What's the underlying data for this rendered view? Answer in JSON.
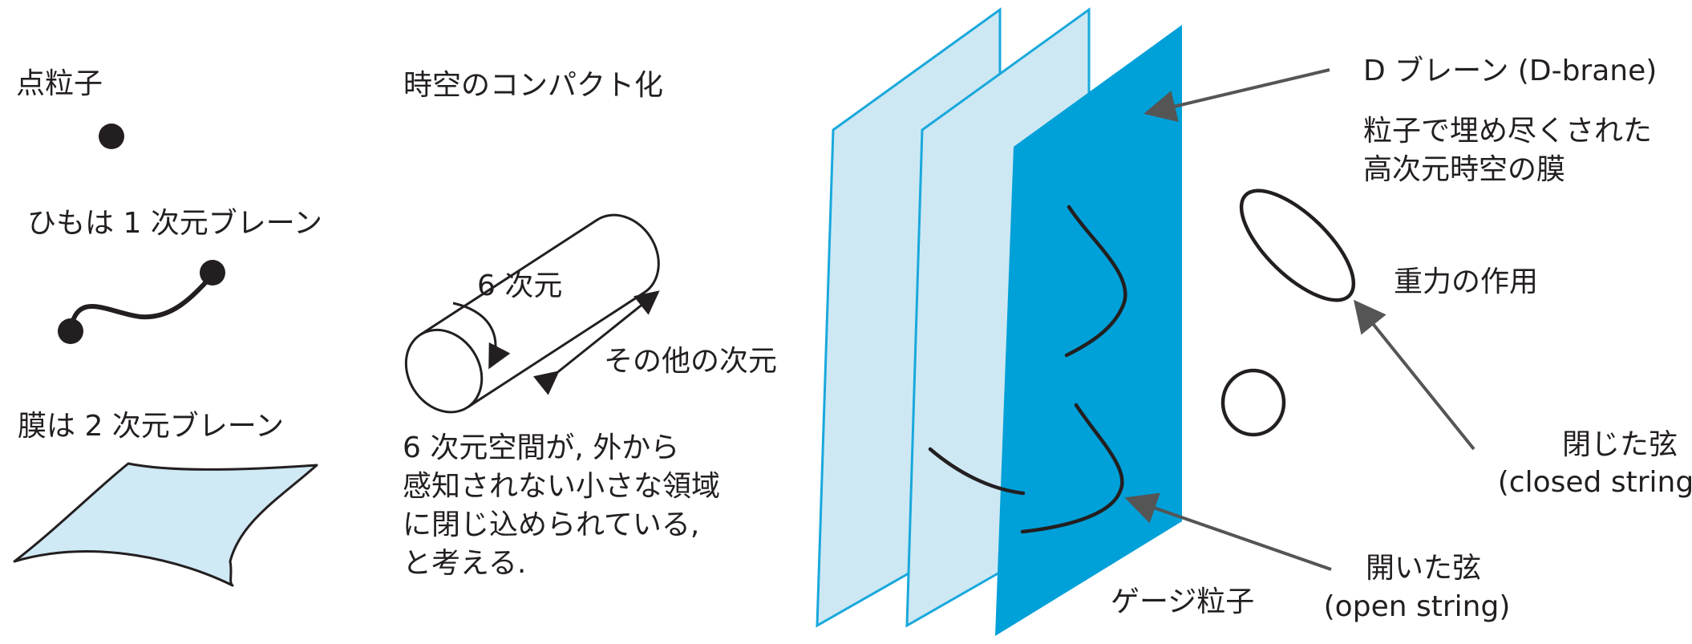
{
  "labels": {
    "point_particle": "点粒子",
    "string_brane": "ひもは 1 次元ブレーン",
    "membrane_brane": "膜は 2 次元ブレーン",
    "compactification_title": "時空のコンパクト化",
    "six_dimensions": "6 次元",
    "other_dimensions": "その他の次元",
    "compact_note": [
      "6 次元空間が, 外から",
      "感知されない小さな領域",
      "に閉じ込められている,",
      "と考える."
    ],
    "dbrane": "D ブレーン (D-brane)",
    "dbrane_desc": [
      "粒子で埋め尽くされた",
      "高次元時空の膜"
    ],
    "gravity": "重力の作用",
    "closed_string": [
      "閉じた弦",
      "(closed string)"
    ],
    "open_string": [
      "開いた弦",
      "(open string)"
    ],
    "gauge_particle": "ゲージ粒子"
  },
  "colors": {
    "ink": "#231f20",
    "brane_light": "#cde8f3",
    "brane_edge": "#19a8dc",
    "brane_dark": "#00a0d8",
    "membrane_fill": "#cfe9f5",
    "arrow_gray": "#555555"
  }
}
